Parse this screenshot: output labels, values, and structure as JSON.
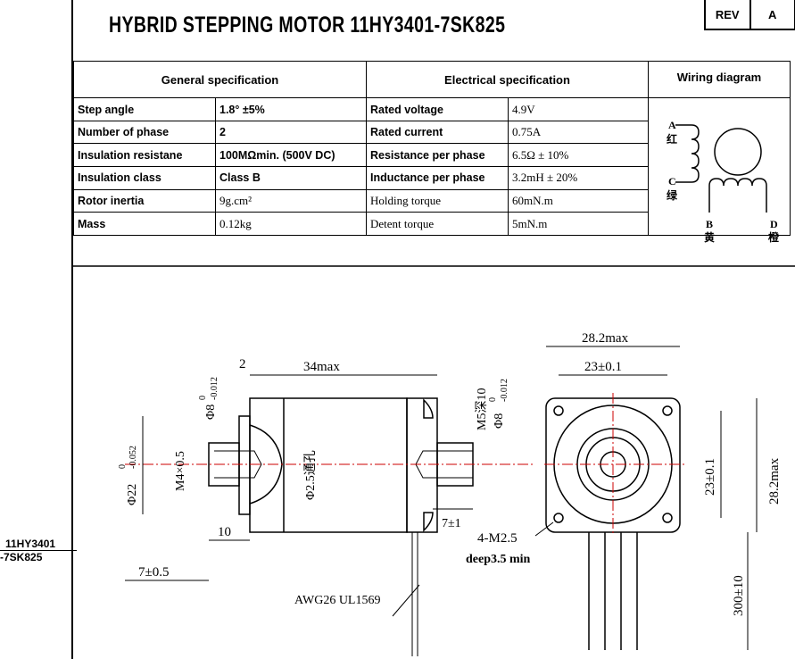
{
  "title": "HYBRID STEPPING MOTOR  11HY3401-7SK825",
  "rev": {
    "label": "REV",
    "value": "A"
  },
  "table": {
    "headers": [
      "General  specification",
      "Electrical  specification",
      "Wiring diagram"
    ],
    "rows": [
      [
        "Step angle",
        "1.8°  ±5%",
        "Rated voltage",
        "4.9V"
      ],
      [
        "Number of phase",
        "2",
        "Rated current",
        "0.75A"
      ],
      [
        "Insulation resistane",
        "100MΩmin. (500V DC)",
        "Resistance per phase",
        "6.5Ω ± 10%"
      ],
      [
        "Insulation class",
        "Class B",
        "Inductance per phase",
        "3.2mH ± 20%"
      ],
      [
        "Rotor inertia",
        "9g.cm²",
        "Holding torque",
        "60mN.m"
      ],
      [
        "Mass",
        "0.12kg",
        "Detent torque",
        "5mN.m"
      ]
    ]
  },
  "wiring": {
    "a": "A",
    "a_color": "红",
    "c": "C",
    "c_color": "绿",
    "b": "B",
    "b_color": "黄",
    "d": "D",
    "d_color": "橙"
  },
  "side_label": [
    "11HY3401",
    "-7SK825"
  ],
  "dims": {
    "len": "34max",
    "flange": "2",
    "shaft_dia": "Φ8",
    "shaft_tol_top": "0",
    "shaft_tol_bot": "-0.012",
    "boss_dia": "Φ22",
    "boss_tol_top": "0",
    "boss_tol_bot": "-0.052",
    "m4": "M4×0.5",
    "hole": "Φ2.5通孔",
    "m5": "M5深10",
    "shaft2_dia": "Φ8",
    "shaft2_tol_top": "0",
    "shaft2_tol_bot": "-0.012",
    "ten": "10",
    "seven": "7±1",
    "seven_half": "7±0.5",
    "awg": "AWG26 UL1569",
    "front_max": "28.2max",
    "front_pitch": "23±0.1",
    "front_pitch_v": "23±0.1",
    "front_max_v": "28.2max",
    "screw": "4-M2.5",
    "deep": "deep3.5 min",
    "lead": "300±10"
  }
}
